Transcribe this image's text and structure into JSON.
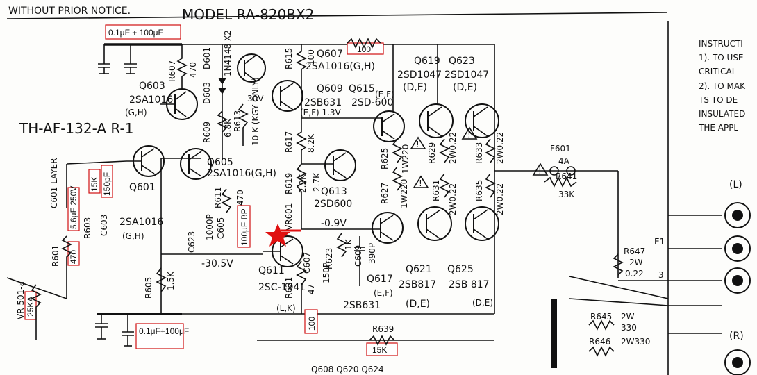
{
  "header": {
    "notice": "WITHOUT PRIOR NOTICE.",
    "model": "MODEL RA-820BX2"
  },
  "board_label": "TH-AF-132-A R-1",
  "instructions": [
    "INSTRUCTI",
    "1). TO USE",
    "CRITICAL",
    "2). TO MAK",
    "TS TO DE",
    "INSULATED",
    "THE APPL"
  ],
  "red_annotations": {
    "top_caps": "0.1μF + 100μF",
    "bottom_caps": "0.1μF+100μF",
    "r_top": "100",
    "r639": "15K",
    "r621": "100",
    "c603": "5.6μF 250V",
    "r603": "15K",
    "c603b": "150pF",
    "r601": "470",
    "vr501": "25KA",
    "c605": "100μF BP"
  },
  "transistors": [
    {
      "ref": "Q603",
      "part": "2SA1016",
      "grade": "(G,H)"
    },
    {
      "ref": "Q601",
      "part": "2SA1016",
      "grade": "(G,H)"
    },
    {
      "ref": "Q605",
      "part": "2SA1016(G,H)",
      "grade": ""
    },
    {
      "ref": "Q607",
      "part": "2SA1016(G,H)",
      "grade": ""
    },
    {
      "ref": "Q609",
      "part": "2SB631",
      "grade": "(E,F) 1.3V"
    },
    {
      "ref": "Q611",
      "part": "2SC-1941",
      "grade": "(L,K)"
    },
    {
      "ref": "Q613",
      "part": "2SD600",
      "grade": ""
    },
    {
      "ref": "Q615",
      "part": "2SD-600",
      "grade": "(E,F)"
    },
    {
      "ref": "Q617",
      "part": "2SB631",
      "grade": "(E,F)"
    },
    {
      "ref": "Q619",
      "part": "2SD1047",
      "grade": "(D,E)"
    },
    {
      "ref": "Q623",
      "part": "2SD1047",
      "grade": "(D,E)"
    },
    {
      "ref": "Q621",
      "part": "2SB817",
      "grade": "(D,E)"
    },
    {
      "ref": "Q625",
      "part": "2SB 817",
      "grade": "(D,E)"
    }
  ],
  "labels": {
    "r607": "R607",
    "r607v": "470",
    "d601": "D601",
    "d601p": "1N4148 X2",
    "d603": "D603",
    "r615": "R615",
    "r615v": "100",
    "r609": "R609",
    "r609v": "6.8K",
    "r613": "R613",
    "r613v": "10 K (KGY ONLY)",
    "v30": "30V",
    "r617": "R617",
    "r617v": "8.2K",
    "r619": "R619",
    "r619v": "2.2K",
    "vr601": "VR601",
    "vr601v": "2.7K",
    "r625": "R625",
    "r625v": "1W220",
    "r627": "R627",
    "r627v": "1W220",
    "r629": "R629",
    "r629v": "2W0.22",
    "r633": "R633",
    "r633v": "2W0.22",
    "r631": "R631",
    "r631v": "2W0.22",
    "r635": "R635",
    "r635v": "2W0.22",
    "f601": "F601",
    "f601v": "4A",
    "r641": "R641",
    "r641v": "33K",
    "r647": "R647",
    "r647p": "2W",
    "r647v": "0.22",
    "e1": "E1",
    "e1n": "3",
    "r645": "R645",
    "r645p": "2W",
    "r645v": "330",
    "r646": "R646",
    "r646v": "2W330",
    "r605": "R605",
    "r605v": "1.5K",
    "r611": "R611",
    "r611v": "470",
    "c623": "C623",
    "c623v": "1000P",
    "c605": "C605",
    "c601": "C601 LAYER",
    "r601": "R601",
    "vr501": "VR 501-a",
    "r603": "R603",
    "c603": "C603",
    "r621": "R621",
    "r621v": "47",
    "r623": "R623",
    "r623v": "1K",
    "c607": "C607",
    "c607v": "150P",
    "c609": "C609",
    "c609v": "390P",
    "r639": "R639",
    "v_neg30": "-30.5V",
    "v_neg09": "-0.9V",
    "out_l": "(L)",
    "out_r": "(R)",
    "bottom_refs": "Q608  Q620  Q624"
  }
}
